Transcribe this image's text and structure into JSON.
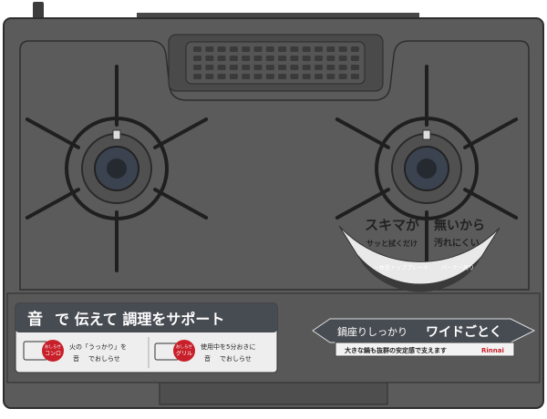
{
  "product": {
    "brand": "Rinnai",
    "body_color": "#5b5b5b",
    "accent_red": "#c8202a"
  },
  "left_panel": {
    "headline_sound": "音",
    "headline_text": "で 伝えて 調理をサポート",
    "items": [
      {
        "badge_top": "おしらせ",
        "badge_bottom": "コンロ",
        "line1": "火の「うっかり」を",
        "line2_sound": "音",
        "line2": "でおしらせ",
        "icon": "stove-icon"
      },
      {
        "badge_top": "おしらせ",
        "badge_bottom": "グリル",
        "line1": "使用中を5分おきに",
        "line2_sound": "音",
        "line2": "でおしらせ",
        "icon": "grill-icon"
      }
    ]
  },
  "right_panel": {
    "headline_a": "鍋座りしっかり",
    "headline_b": "ワイドごとく",
    "subline": "大きな鍋も抜群の安定感で支えます",
    "brand": "Rinnai"
  },
  "arc_label": {
    "left_main": "スキマが",
    "left_sub": "サッと拭くだけ",
    "left_caption": "一体型トッププレート",
    "right_main": "無いから",
    "right_sub": "汚れにくい",
    "right_caption": "バーナー周り"
  }
}
